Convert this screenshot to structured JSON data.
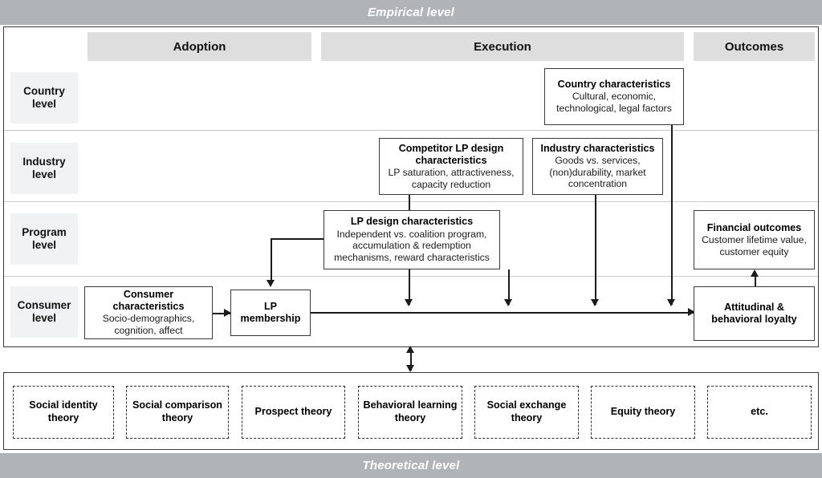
{
  "banners": {
    "top": "Empirical level",
    "bottom": "Theoretical level"
  },
  "columns": [
    {
      "id": "adoption",
      "label": "Adoption"
    },
    {
      "id": "execution",
      "label": "Execution"
    },
    {
      "id": "outcomes",
      "label": "Outcomes"
    }
  ],
  "rows": [
    {
      "id": "country",
      "label": "Country\nlevel"
    },
    {
      "id": "industry",
      "label": "Industry\nlevel"
    },
    {
      "id": "program",
      "label": "Program\nlevel"
    },
    {
      "id": "consumer",
      "label": "Consumer\nlevel"
    }
  ],
  "row_labels": {
    "country": "Country level",
    "industry": "Industry level",
    "program": "Program level",
    "consumer": "Consumer level"
  },
  "boxes": {
    "country_characteristics": {
      "title": "Country characteristics",
      "subtitle": "Cultural, economic, technological, legal factors"
    },
    "competitor_lp_design": {
      "title": "Competitor LP design characteristics",
      "subtitle": "LP saturation, attractiveness, capacity reduction"
    },
    "industry_characteristics": {
      "title": "Industry characteristics",
      "subtitle": "Goods vs. services, (non)durability, market concentration"
    },
    "lp_design": {
      "title": "LP design characteristics",
      "subtitle": "Independent vs. coalition program, accumulation & redemption mechanisms, reward characteristics"
    },
    "financial_outcomes": {
      "title": "Financial outcomes",
      "subtitle": "Customer lifetime value, customer equity"
    },
    "consumer_characteristics": {
      "title": "Consumer characteristics",
      "subtitle": "Socio-demographics, cognition, affect"
    },
    "lp_membership": {
      "title": "LP membership",
      "subtitle": ""
    },
    "loyalty": {
      "title": "Attitudinal & behavioral loyalty",
      "subtitle": ""
    }
  },
  "theories": [
    {
      "id": "social-identity",
      "label": "Social identity theory"
    },
    {
      "id": "social-comparison",
      "label": "Social comparison theory"
    },
    {
      "id": "prospect",
      "label": "Prospect theory"
    },
    {
      "id": "behavioral-learning",
      "label": "Behavioral learning theory"
    },
    {
      "id": "social-exchange",
      "label": "Social exchange theory"
    },
    {
      "id": "equity",
      "label": "Equity theory"
    },
    {
      "id": "etc",
      "label": "etc."
    }
  ],
  "colors": {
    "banner_bg": "#b1b4b7",
    "banner_text": "#ffffff",
    "column_header_bg": "#dedede",
    "row_label_bg": "#f1f2f3",
    "box_border": "#3a3a3a",
    "connector": "#1b1b1b",
    "panel_bg": "#ffffff"
  }
}
